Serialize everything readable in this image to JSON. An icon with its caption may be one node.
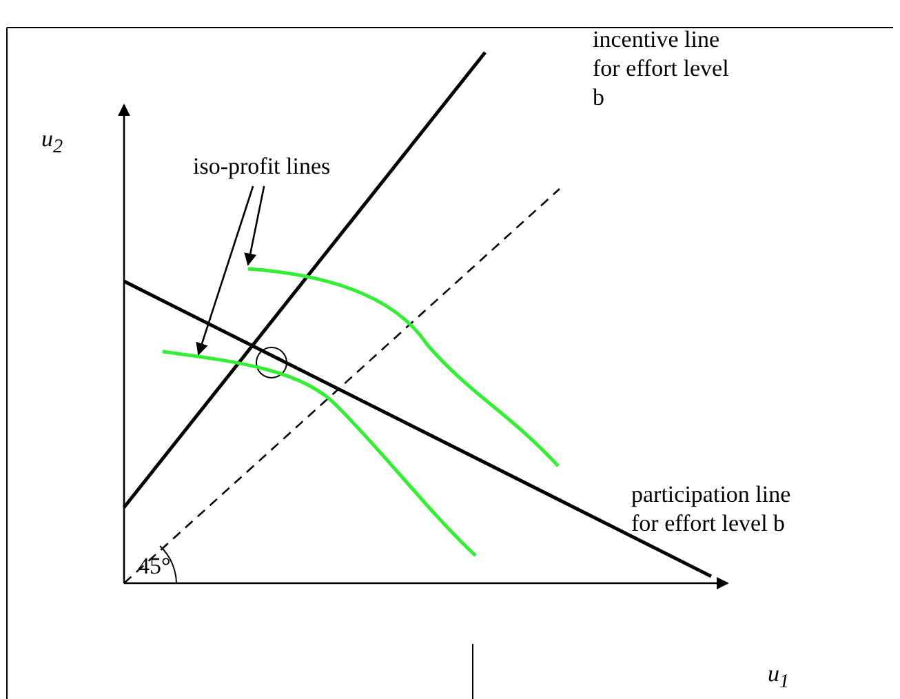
{
  "diagram": {
    "nodes": [
      {
        "text": [
          "iso-profit lines"
        ]
      },
      {
        "text": [],
        "shape": "curve"
      },
      {
        "text": [],
        "shape": "curve"
      }
    ],
    "edges": [
      {
        "from": 0,
        "to": 1,
        "arrow": "to"
      },
      {
        "from": 0,
        "to": 2,
        "arrow": "to"
      }
    ],
    "labels": [
      "u$_{2}$",
      "incentive line for effort level b",
      "participation line for effort level b",
      "45°",
      "u$_{1}$"
    ]
  }
}
